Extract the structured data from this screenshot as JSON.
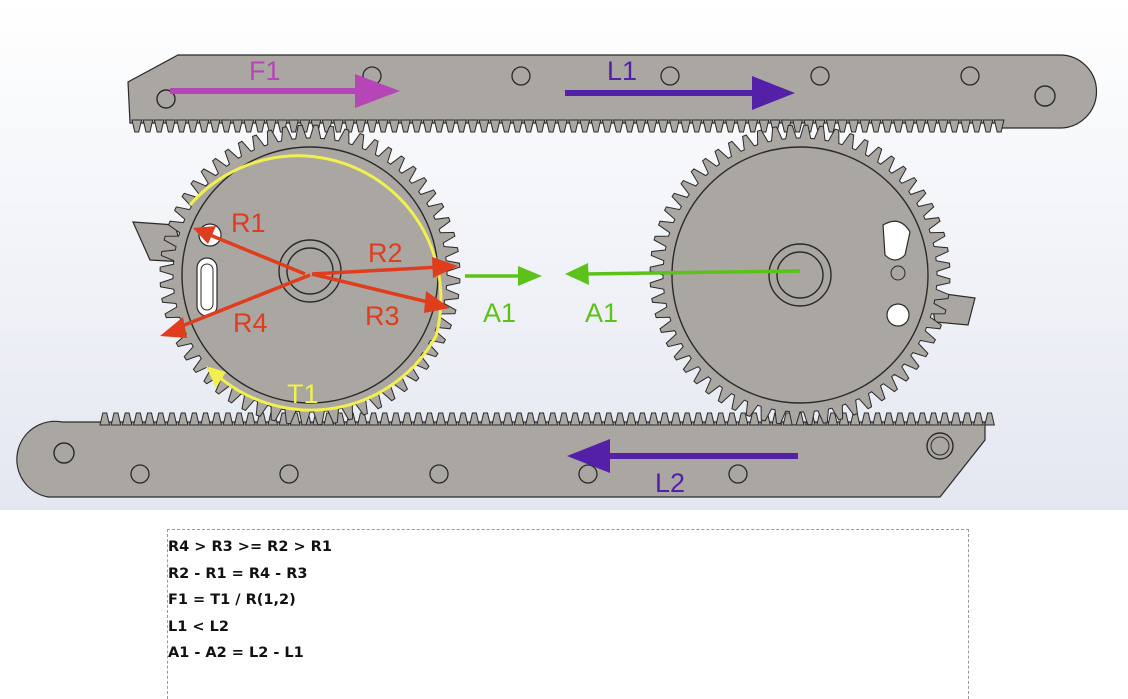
{
  "colors": {
    "part_fill": "#aaa6a1",
    "part_stroke": "#2a2a2a",
    "force_magenta": "#b646b8",
    "linear_purple": "#5520a8",
    "radius_red": "#e03c1e",
    "axial_green": "#5cc21a",
    "torque_yellow": "#f2ef50",
    "bg_top": "#ffffff",
    "bg_bottom": "#e3e7f0"
  },
  "labels": {
    "F1": "F1",
    "L1": "L1",
    "L2": "L2",
    "R1": "R1",
    "R2": "R2",
    "R3": "R3",
    "R4": "R4",
    "A1_left": "A1",
    "A1_right": "A1",
    "T1": "T1"
  },
  "notes": [
    "R4 > R3 >= R2 > R1",
    "R2 - R1 = R4 - R3",
    "F1 = T1 / R(1,2)",
    "L1 < L2",
    "A1 - A2 = L2 - L1"
  ]
}
